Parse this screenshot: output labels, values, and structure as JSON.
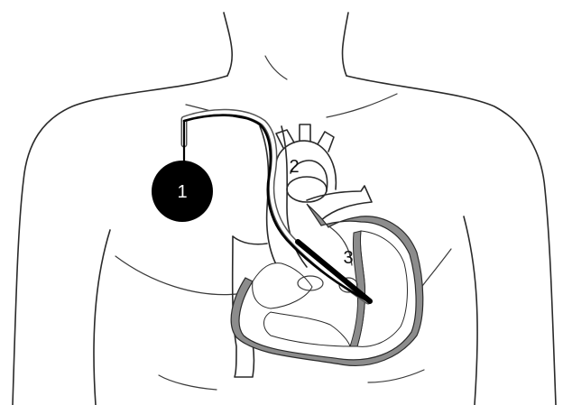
{
  "labels": {
    "generator": "1",
    "vein_entry": "2",
    "lead_tip": "3"
  },
  "colors": {
    "line": "#2a2a2a",
    "myocardium": "#8c8c8c",
    "lead": "#000000",
    "generator": "#000000",
    "background": "#ffffff"
  }
}
